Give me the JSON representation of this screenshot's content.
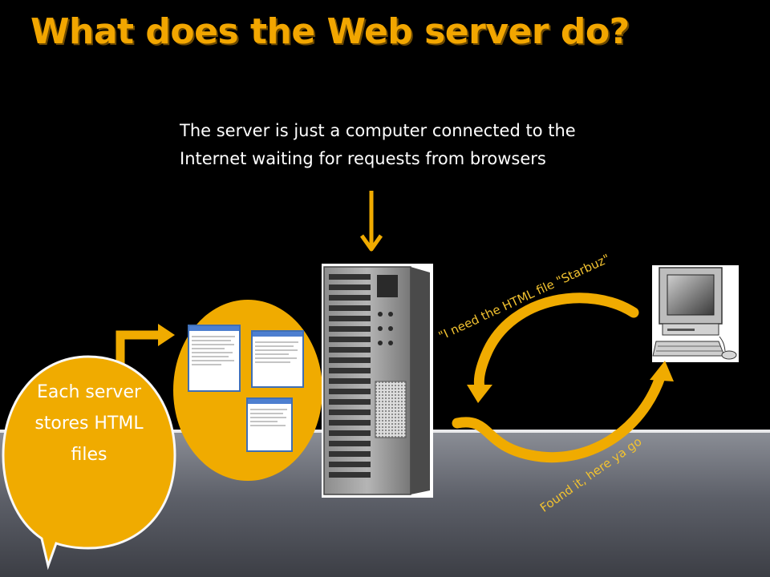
{
  "slide": {
    "title": "What does the Web server do?",
    "description": "The server is just a computer connected to the Internet waiting for requests from browsers",
    "request_label": "\"I need the HTML file \"Starbuz\"",
    "response_label": "Found it, here ya go",
    "bubble_text": "Each server stores HTML files"
  },
  "colors": {
    "title": "#f2a600",
    "accent": "#f0ab00",
    "label": "#f2c230",
    "background": "#000000"
  },
  "icons": [
    "down-arrow-icon",
    "bent-arrow-icon",
    "server-icon",
    "computer-icon",
    "html-file-icon",
    "cycle-arrow-icon"
  ]
}
